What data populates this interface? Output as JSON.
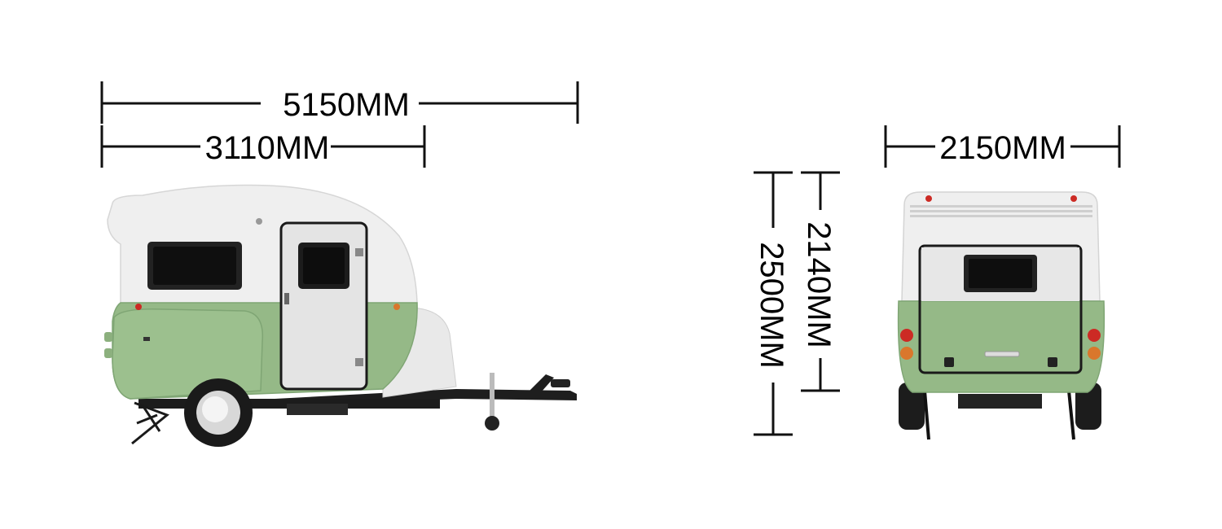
{
  "dimensions": {
    "total_length": "5150MM",
    "body_length": "3110MM",
    "width": "2150MM",
    "total_height": "2500MM",
    "body_height": "2140MM"
  },
  "colors": {
    "shell_top": "#efefef",
    "shell_bottom": "#95b987",
    "frame": "#1a1a1a",
    "window": "#1c1c1c",
    "tail_red": "#cc2a24",
    "tail_amber": "#d9772c"
  }
}
